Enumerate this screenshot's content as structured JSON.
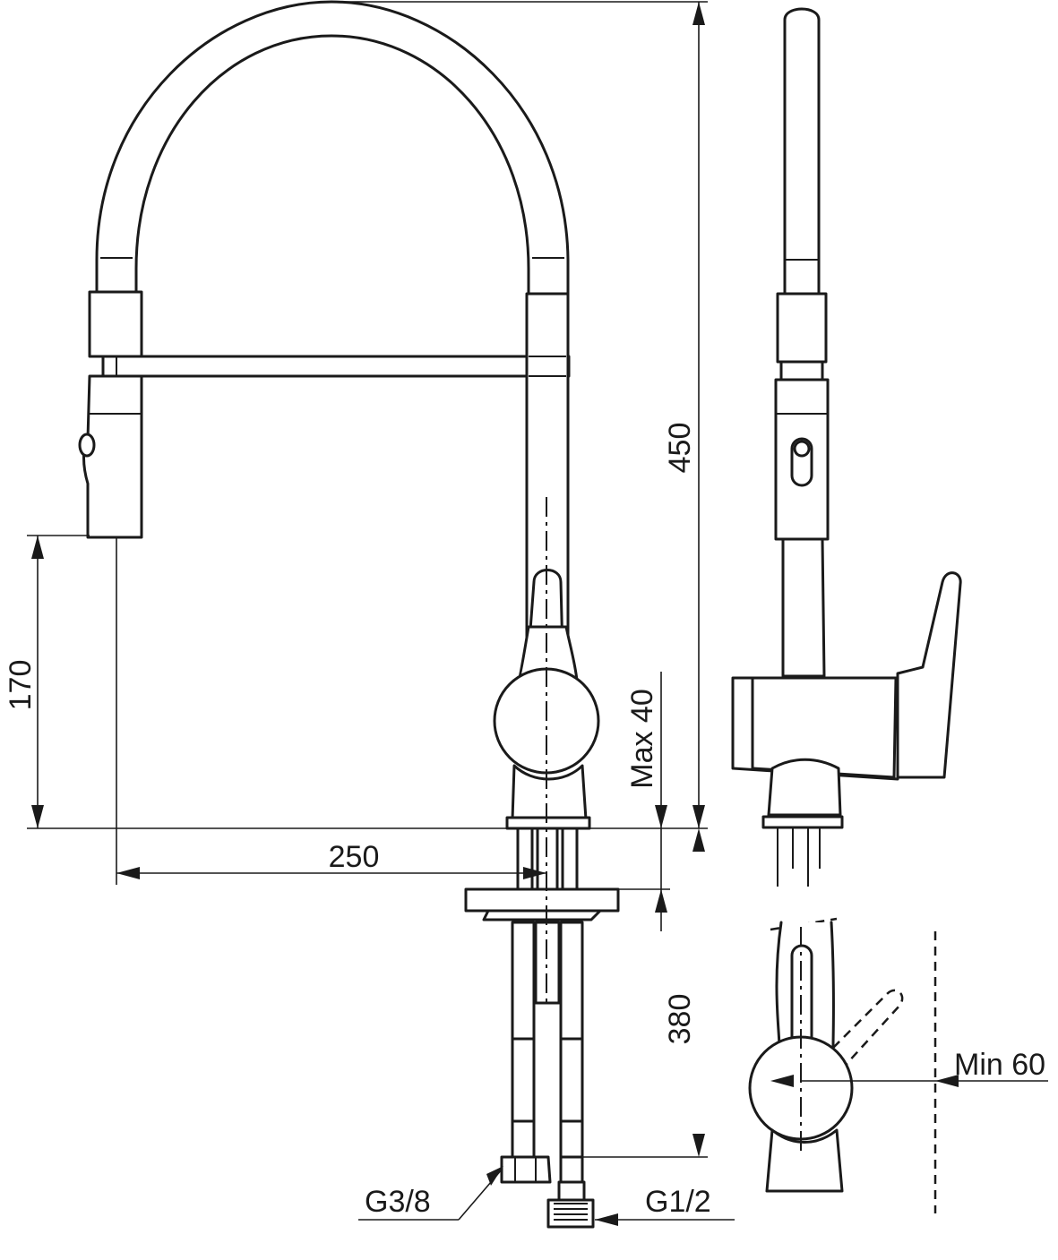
{
  "dimensions": {
    "total_height": "450",
    "spout_clearance": "170",
    "spout_reach": "250",
    "deck_thickness": "Max 40",
    "hose_length": "380",
    "handle_clearance": "Min 60"
  },
  "connections": {
    "hose_thread": "G3/8",
    "inlet_thread": "G1/2"
  },
  "colors": {
    "line": "#1a1a1a",
    "paper": "#ffffff"
  }
}
